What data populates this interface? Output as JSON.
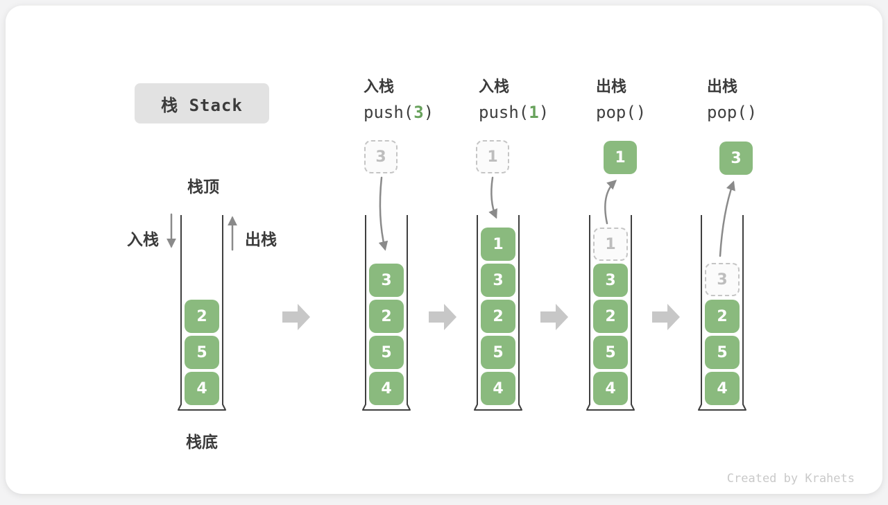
{
  "title": "栈 Stack",
  "footer": "Created by Krahets",
  "labels": {
    "stack_top": "栈顶",
    "stack_bottom": "栈底",
    "push_side": "入栈",
    "pop_side": "出栈"
  },
  "initial_stack": [
    {
      "v": "2"
    },
    {
      "v": "5"
    },
    {
      "v": "4"
    }
  ],
  "steps": [
    {
      "op_name": "入栈",
      "code_prefix": "push(",
      "code_arg": "3",
      "code_suffix": ")",
      "floating": {
        "v": "3",
        "style": "dashed-incoming"
      },
      "stack": [
        {
          "v": "3"
        },
        {
          "v": "2"
        },
        {
          "v": "5"
        },
        {
          "v": "4"
        }
      ]
    },
    {
      "op_name": "入栈",
      "code_prefix": "push(",
      "code_arg": "1",
      "code_suffix": ")",
      "floating": {
        "v": "1",
        "style": "dashed-incoming"
      },
      "stack": [
        {
          "v": "1"
        },
        {
          "v": "3"
        },
        {
          "v": "2"
        },
        {
          "v": "5"
        },
        {
          "v": "4"
        }
      ]
    },
    {
      "op_name": "出栈",
      "code_prefix": "pop(",
      "code_arg": "",
      "code_suffix": ")",
      "floating": {
        "v": "1",
        "style": "popped-out"
      },
      "stack": [
        {
          "v": "1",
          "ghost": true
        },
        {
          "v": "3"
        },
        {
          "v": "2"
        },
        {
          "v": "5"
        },
        {
          "v": "4"
        }
      ]
    },
    {
      "op_name": "出栈",
      "code_prefix": "pop(",
      "code_arg": "",
      "code_suffix": ")",
      "floating": {
        "v": "3",
        "style": "popped-out"
      },
      "stack": [
        {
          "v": "3",
          "ghost": true
        },
        {
          "v": "2"
        },
        {
          "v": "5"
        },
        {
          "v": "4"
        }
      ]
    }
  ],
  "colors": {
    "element_green": "#8aba7e",
    "code_arg_green": "#68a25c",
    "arrow_gray": "#8a8a8a",
    "block_arrow_gray": "#c7c7c7",
    "vessel_stroke": "#3f3f3f",
    "ghost_border": "#c5c5c5",
    "title_bg": "#e2e2e2",
    "text_dark": "#3b3b3b",
    "credit_gray": "#c9c9c9",
    "card_bg": "#ffffff",
    "page_bg": "#f3f3f4"
  }
}
